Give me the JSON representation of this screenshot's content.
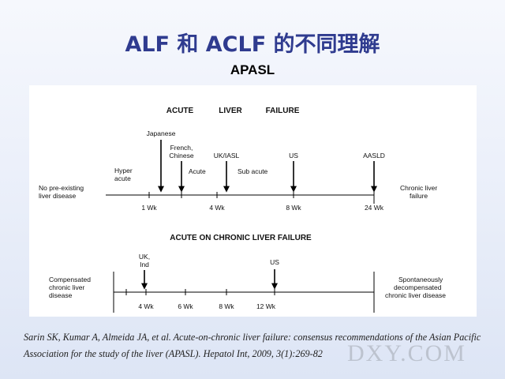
{
  "slide": {
    "title": "ALF 和 ACLF 的不同理解",
    "subtitle": "APASL"
  },
  "diagram_top": {
    "header": [
      "ACUTE",
      "LIVER",
      "FAILURE"
    ],
    "left_label": [
      "No pre-existing",
      "liver disease"
    ],
    "right_label": [
      "Chronic liver",
      "failure"
    ],
    "ticks": [
      "1 Wk",
      "4 Wk",
      "8 Wk",
      "24 Wk"
    ],
    "phases": {
      "hyperacute": [
        "Hyper",
        "acute"
      ],
      "acute": "Acute",
      "subacute": "Sub acute"
    },
    "markers": {
      "japanese": "Japanese",
      "french_chinese": [
        "French,",
        "Chinese"
      ],
      "uk_iasl": "UK/IASL",
      "us": "US",
      "aasld": "AASLD"
    }
  },
  "diagram_bottom": {
    "header": "ACUTE ON CHRONIC LIVER FAILURE",
    "left_label": [
      "Compensated",
      "chronic liver",
      "disease"
    ],
    "right_label": [
      "Spontaneously",
      "decompensated",
      "chronic liver disease"
    ],
    "ticks": [
      "4 Wk",
      "6 Wk",
      "8 Wk",
      "12 Wk"
    ],
    "markers": {
      "uk_ind": [
        "UK,",
        "Ind"
      ],
      "us": "US"
    }
  },
  "citation": "Sarin SK, Kumar A, Almeida JA, et al. Acute-on-chronic liver failure: consensus recommendations of the Asian Pacific Association for the study of the liver (APASL). Hepatol Int, 2009, 3(1):269-82",
  "watermark": "DXY.COM"
}
